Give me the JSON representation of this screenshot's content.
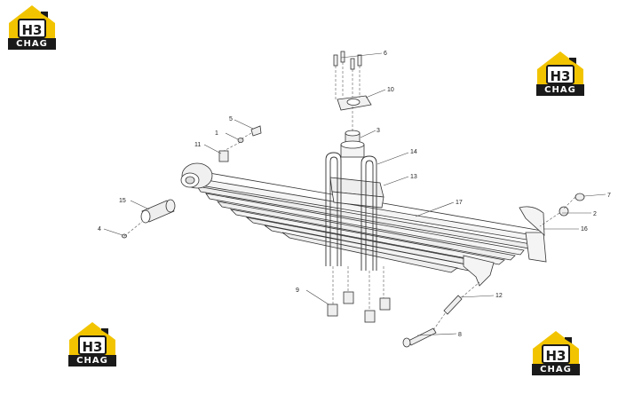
{
  "logo": {
    "code": "H3",
    "brand": "CHAG",
    "primary_color": "#f2c400",
    "dark_color": "#1a1a1a"
  },
  "callouts": [
    "1",
    "2",
    "3",
    "4",
    "5",
    "6",
    "7",
    "8",
    "9",
    "10",
    "11",
    "12",
    "13",
    "14",
    "15",
    "16",
    "17"
  ]
}
